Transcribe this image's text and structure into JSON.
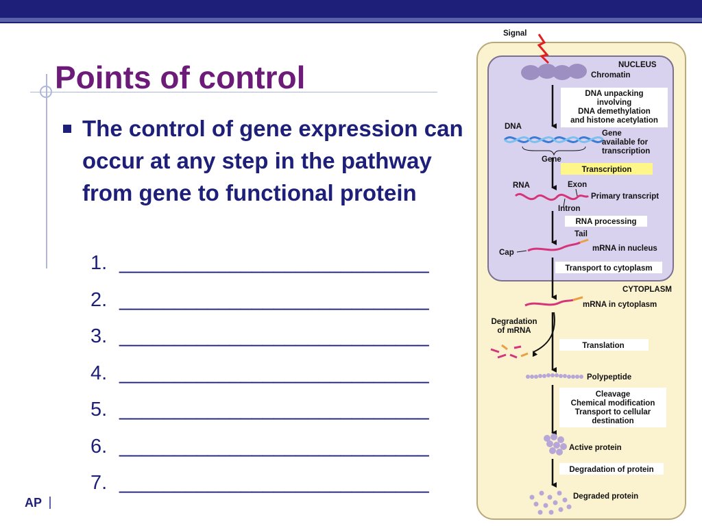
{
  "slide": {
    "title": "Points of control",
    "bullet": "The control of gene expression can occur at any step in the pathway from gene to functional protein",
    "numbered_items": [
      {
        "number": "1.",
        "blank": "____________________________"
      },
      {
        "number": "2.",
        "blank": "____________________________"
      },
      {
        "number": "3.",
        "blank": "____________________________"
      },
      {
        "number": "4.",
        "blank": "____________________________"
      },
      {
        "number": "5.",
        "blank": "____________________________"
      },
      {
        "number": "6.",
        "blank": "____________________________"
      },
      {
        "number": "7.",
        "blank": "____________________________"
      }
    ],
    "footer": "AP"
  },
  "diagram": {
    "signal": "Signal",
    "nucleus": "NUCLEUS",
    "chromatin": "Chromatin",
    "dna_unpacking": [
      "DNA unpacking",
      "involving",
      "DNA demethylation",
      "and histone acetylation"
    ],
    "dna": "DNA",
    "gene_available": [
      "Gene",
      "available for",
      "transcription"
    ],
    "gene": "Gene",
    "transcription": "Transcription",
    "rna": "RNA",
    "exon": "Exon",
    "primary_transcript": "Primary transcript",
    "intron": "Intron",
    "rna_processing": "RNA processing",
    "tail": "Tail",
    "cap": "Cap",
    "mrna_nucleus": "mRNA in nucleus",
    "transport_cytoplasm": "Transport to cytoplasm",
    "cytoplasm": "CYTOPLASM",
    "mrna_cytoplasm": "mRNA in cytoplasm",
    "degradation_mrna": [
      "Degradation",
      "of mRNA"
    ],
    "translation": "Translation",
    "polypeptide": "Polypeptide",
    "modification": [
      "Cleavage",
      "Chemical modification",
      "Transport to cellular",
      "destination"
    ],
    "active_protein": "Active protein",
    "degradation_protein": "Degradation of protein",
    "degraded_protein": "Degraded protein",
    "colors": {
      "cell_fill": "#fbf2cf",
      "cell_stroke": "#b9a878",
      "nucleus_fill": "#d9d2ee",
      "nucleus_stroke": "#7a7092",
      "highlight": "#fff68a",
      "mrna": "#d6347a",
      "signal": "#e02020"
    }
  }
}
